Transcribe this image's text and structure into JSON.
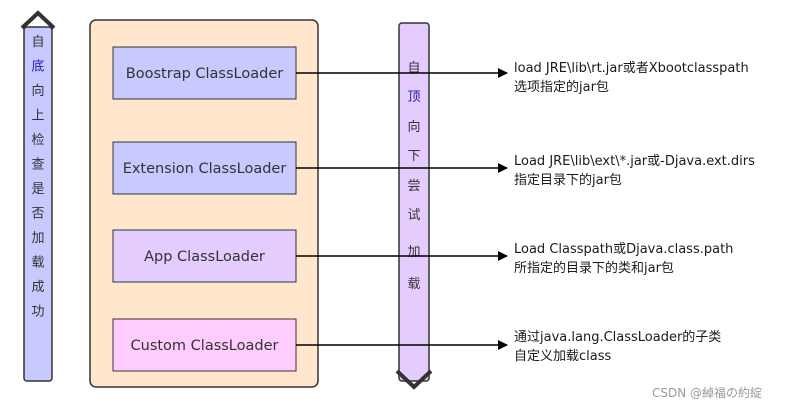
{
  "left_arrow": {
    "chars": [
      "自",
      "底",
      "向",
      "上",
      "检",
      "查",
      "是",
      "否",
      "加",
      "载",
      "成",
      "功"
    ],
    "fill": "#c7c9ff"
  },
  "right_arrow": {
    "chars": [
      "自",
      "顶",
      "向",
      "下",
      "尝",
      "试",
      "加",
      "载"
    ],
    "fill": "#e5ccff"
  },
  "container": {
    "fill": "#ffe6cc",
    "stroke": "#333333"
  },
  "loaders": [
    {
      "label": "Boostrap ClassLoader",
      "fill": "#c7c9ff",
      "desc": [
        "load JRE\\lib\\rt.jar或者Xbootclasspath",
        "选项指定的jar包"
      ]
    },
    {
      "label": "Extension ClassLoader",
      "fill": "#c7c9ff",
      "desc": [
        "Load JRE\\lib\\ext\\*.jar或-Djava.ext.dirs",
        "指定目录下的jar包"
      ]
    },
    {
      "label": "App ClassLoader",
      "fill": "#e5ccff",
      "desc": [
        "Load Classpath或Djava.class.path",
        "所指定的目录下的类和jar包"
      ]
    },
    {
      "label": "Custom ClassLoader",
      "fill": "#ffccff",
      "desc": [
        "通过java.lang.ClassLoader的子类",
        "自定义加载class"
      ]
    }
  ],
  "watermark": "CSDN @綽福の約綻"
}
